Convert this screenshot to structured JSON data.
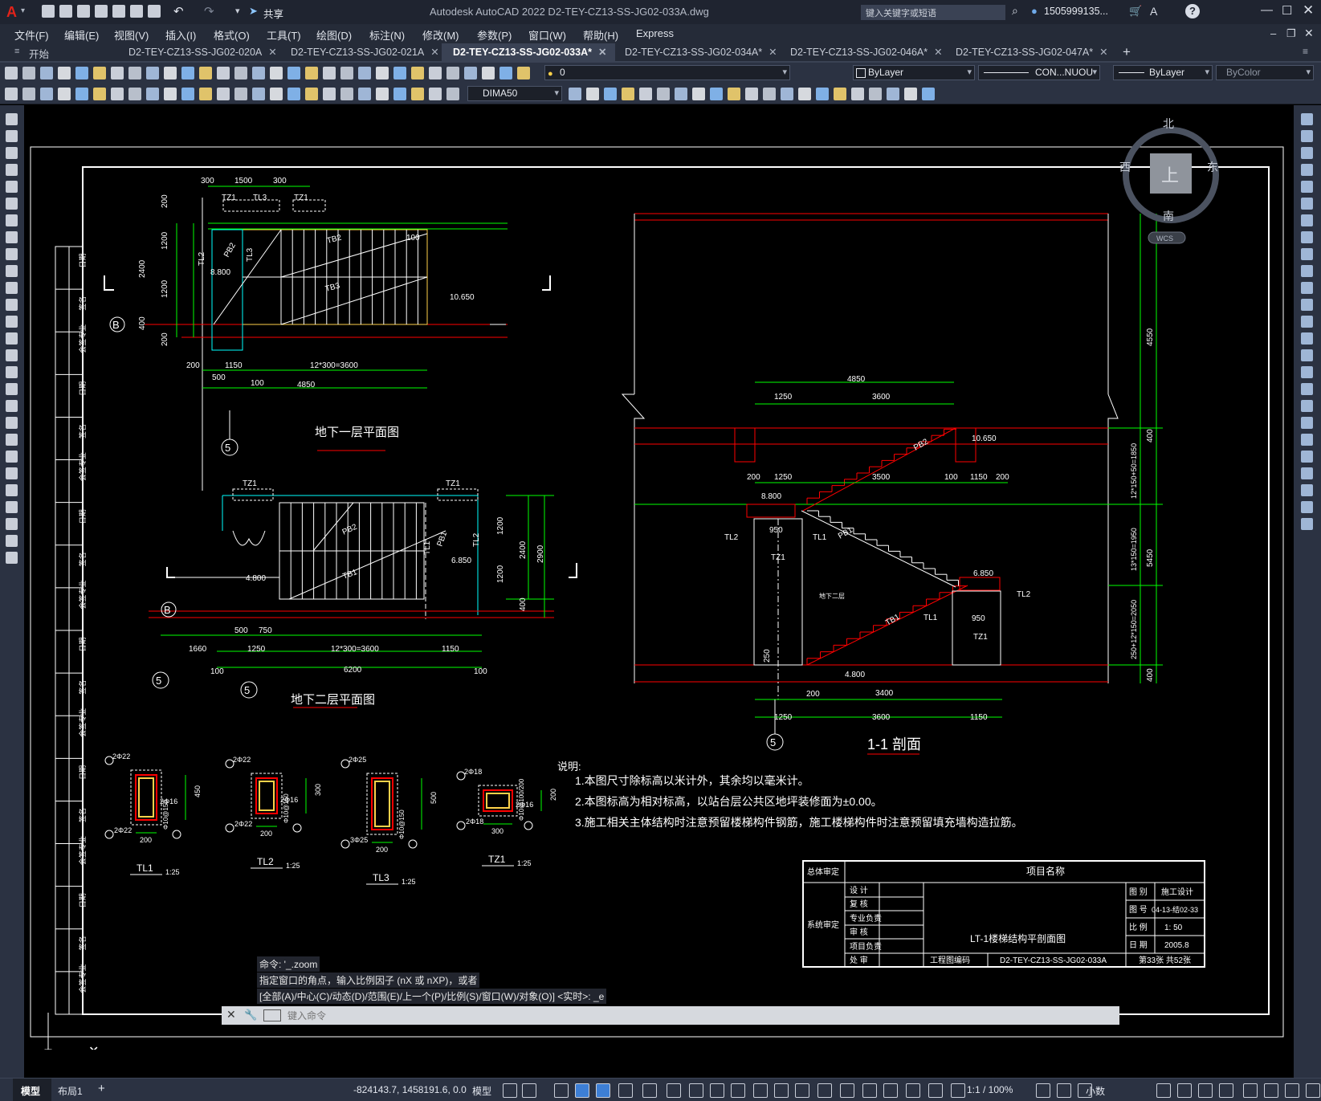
{
  "app": {
    "title": "Autodesk AutoCAD 2022    D2-TEY-CZ13-SS-JG02-033A.dwg",
    "share_label": "共享",
    "search_placeholder": "键入关键字或短语",
    "user": "1505999135...",
    "help": "?"
  },
  "menu": [
    "文件(F)",
    "编辑(E)",
    "视图(V)",
    "插入(I)",
    "格式(O)",
    "工具(T)",
    "绘图(D)",
    "标注(N)",
    "修改(M)",
    "参数(P)",
    "窗口(W)",
    "帮助(H)",
    "Express"
  ],
  "tabs": [
    {
      "label": "开始",
      "active": false
    },
    {
      "label": "D2-TEY-CZ13-SS-JG02-020A",
      "active": false
    },
    {
      "label": "D2-TEY-CZ13-SS-JG02-021A",
      "active": false
    },
    {
      "label": "D2-TEY-CZ13-SS-JG02-033A*",
      "active": true
    },
    {
      "label": "D2-TEY-CZ13-SS-JG02-034A*",
      "active": false
    },
    {
      "label": "D2-TEY-CZ13-SS-JG02-046A*",
      "active": false
    },
    {
      "label": "D2-TEY-CZ13-SS-JG02-047A*",
      "active": false
    }
  ],
  "toolbar": {
    "layer_value": "0",
    "color_value": "ByLayer",
    "linetype_value": "CON...NUOU",
    "lineweight_value": "ByLayer",
    "plotstyle_value": "ByColor",
    "dimstyle_value": "DIMA50"
  },
  "viewcube": {
    "north": "北",
    "south": "南",
    "east": "东",
    "west": "西",
    "top": "上",
    "wcs": "WCS"
  },
  "command": {
    "history": [
      "命令: '_.zoom",
      "指定窗口的角点，输入比例因子 (nX 或 nXP)，或者",
      "[全部(A)/中心(C)/动态(D)/范围(E)/上一个(P)/比例(S)/窗口(W)/对象(O)] <实时>: _e"
    ],
    "placeholder": "键入命令"
  },
  "layout_tabs": [
    "模型",
    "布局1"
  ],
  "status": {
    "coords": "-824143.7, 1458191.6, 0.0",
    "space": "模型",
    "scale": "1:1 / 100%",
    "units": "小数"
  },
  "drawing": {
    "plan1_title": "地下一层平面图",
    "plan2_title": "地下二层平面图",
    "section_title": "1-1 剖面",
    "notes_title": "说明:",
    "notes": [
      "1.本图尺寸除标高以米计外，其余均以毫米计。",
      "2.本图标高为相对标高，以站台层公共区地坪装修面为±0.00。",
      "3.施工相关主体结构时注意预留楼梯构件钢筋，施工楼梯构件时注意预留填充墙构造拉筋。"
    ],
    "plan1_dims": {
      "top": [
        "300",
        "1500",
        "300"
      ],
      "bottom": [
        "200",
        "1150",
        "12*300=3600",
        "500",
        "100",
        "4850"
      ],
      "left": [
        "200",
        "1200",
        "2400",
        "1200",
        "400",
        "200"
      ],
      "elev": [
        "8.800",
        "10.650"
      ],
      "labels": [
        "TZ1",
        "TL3",
        "TZ1",
        "TL2",
        "PB2",
        "TL3",
        "TB2",
        "TB3"
      ],
      "grid": [
        "B",
        "5"
      ],
      "misc": [
        "100"
      ]
    },
    "plan2_dims": {
      "bottom": [
        "500",
        "750",
        "1660",
        "1250",
        "12*300=3600",
        "1150",
        "100",
        "6200",
        "100"
      ],
      "right": [
        "1200",
        "2400",
        "1200",
        "2900",
        "400"
      ],
      "elev": [
        "4.800",
        "6.850"
      ],
      "labels": [
        "TZ1",
        "TZ1",
        "PB2",
        "TB1",
        "TL1",
        "PB1",
        "TL2"
      ],
      "grid": [
        "B",
        "5",
        "5"
      ]
    },
    "section_dims": {
      "top": [
        "4850",
        "1250",
        "3600"
      ],
      "mid": [
        "200",
        "1250",
        "3500",
        "100",
        "1150",
        "200"
      ],
      "bottom": [
        "200",
        "3400",
        "1250",
        "3600",
        "1150"
      ],
      "right": [
        "4550",
        "400",
        "12*150+50=1850",
        "13*150=1950",
        "5450",
        "250+12*150=2050",
        "400"
      ],
      "elev": [
        "10.650",
        "8.800",
        "6.850",
        "4.800"
      ],
      "labels": [
        "TL2",
        "TZ1",
        "TL1",
        "TL1",
        "TL2",
        "TZ1",
        "PB1",
        "PB2",
        "TB1",
        "950",
        "950",
        "250"
      ],
      "grid": [
        "5"
      ],
      "text": "地下二层"
    },
    "beam_details": [
      {
        "name": "TL1",
        "scale": "1:25",
        "top": "2Φ22",
        "bot": "2Φ22",
        "side": "2Φ16",
        "stir": "Φ10@150",
        "h": "450",
        "w": "200"
      },
      {
        "name": "TL2",
        "scale": "1:25",
        "top": "2Φ22",
        "bot": "2Φ22",
        "side": "2Φ16",
        "stir": "Φ10@150",
        "h": "300",
        "w": "200"
      },
      {
        "name": "TL3",
        "scale": "1:25",
        "top": "2Φ25",
        "bot": "3Φ25",
        "side": "",
        "stir": "Φ10@150",
        "h": "500",
        "w": "200"
      },
      {
        "name": "TZ1",
        "scale": "1:25",
        "top": "2Φ18",
        "bot": "2Φ18",
        "side": "2Φ16",
        "stir": "Φ10@100/200",
        "h": "200",
        "w": "300"
      }
    ],
    "titleblock": {
      "r1": "总体审定",
      "project": "项目名称",
      "r2": "系统审定",
      "roles": [
        "设 计",
        "复 核",
        "专业负责",
        "审 核",
        "项目负责",
        "处 审"
      ],
      "drawing_name": "LT-1楼梯结构平剖面图",
      "code_label": "工程图编码",
      "code_value": "D2-TEY-CZ13-SS-JG02-033A",
      "stage_label": "图 别",
      "stage_value": "施工设计",
      "no_label": "图 号",
      "no_value": "04-13-结02-33",
      "scale_label": "比 例",
      "scale_value": "1: 50",
      "date_label": "日 期",
      "date_value": "2005.8",
      "sheet": "第33张  共52张"
    },
    "left_strip_labels": [
      "日期",
      "签名",
      "会签专业",
      "日期",
      "签名",
      "会签专业",
      "日期",
      "签名",
      "会签专业",
      "日期",
      "签名",
      "会签专业",
      "日期",
      "签名",
      "会签专业",
      "日期",
      "签名",
      "会签专业"
    ]
  }
}
